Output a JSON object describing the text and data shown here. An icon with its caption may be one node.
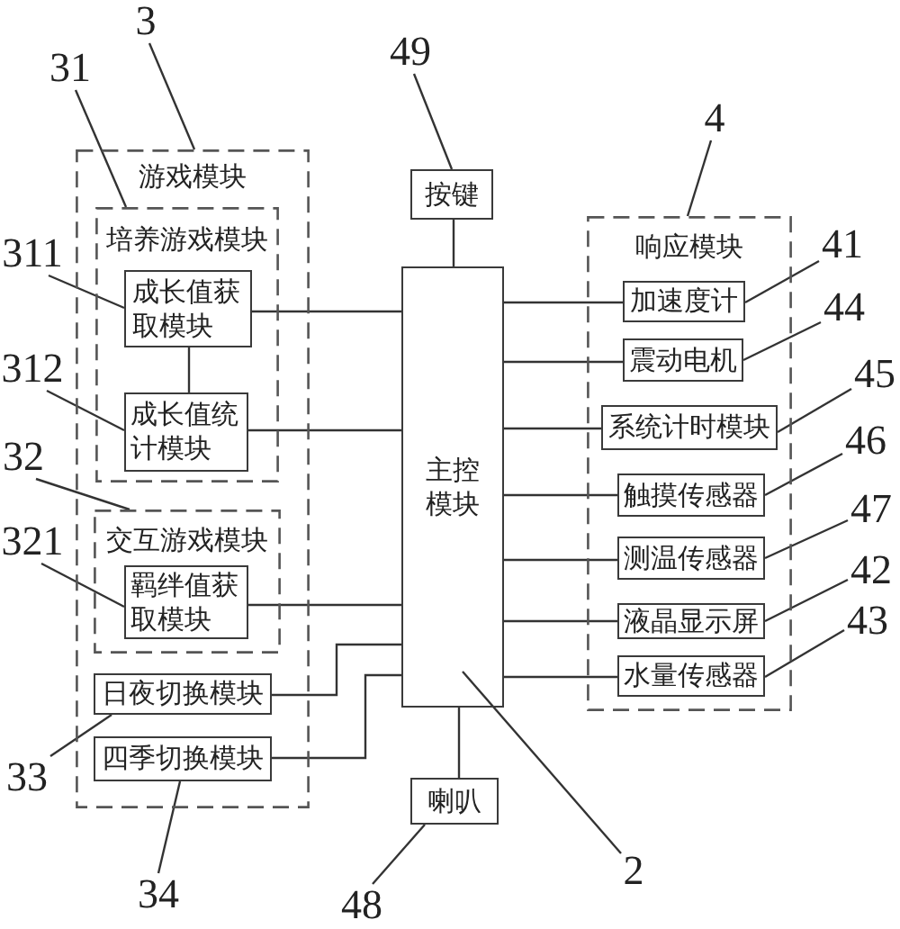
{
  "diagram": {
    "nodes": [
      {
        "text": [
          "游戏模块"
        ]
      },
      {
        "text": [
          "培养游戏模块"
        ],
        "in": 0
      },
      {
        "text": [
          "成长值获取模块"
        ],
        "in": 1
      },
      {
        "text": [
          "成长值统计模块"
        ],
        "in": 1
      },
      {
        "text": [
          "交互游戏模块"
        ],
        "in": 0
      },
      {
        "text": [
          "羁绊值获取模块"
        ],
        "in": 4
      },
      {
        "text": [
          "日夜切换模块"
        ],
        "in": 0
      },
      {
        "text": [
          "四季切换模块"
        ],
        "in": 0
      },
      {
        "text": [
          "按键"
        ]
      },
      {
        "text": [
          "主控模块"
        ]
      },
      {
        "text": [
          "喇叭"
        ]
      },
      {
        "text": [
          "响应模块"
        ]
      },
      {
        "text": [
          "加速度计"
        ],
        "in": 11
      },
      {
        "text": [
          "震动电机"
        ],
        "in": 11
      },
      {
        "text": [
          "系统计时模块"
        ],
        "in": 11
      },
      {
        "text": [
          "触摸传感器"
        ],
        "in": 11
      },
      {
        "text": [
          "测温传感器"
        ],
        "in": 11
      },
      {
        "text": [
          "液晶显示屏"
        ],
        "in": 11
      },
      {
        "text": [
          "水量传感器"
        ],
        "in": 11
      },
      {
        "text": [
          "3"
        ]
      },
      {
        "text": [
          "31"
        ]
      },
      {
        "text": [
          "311"
        ]
      },
      {
        "text": [
          "312"
        ]
      },
      {
        "text": [
          "32"
        ]
      },
      {
        "text": [
          "321"
        ]
      },
      {
        "text": [
          "33"
        ]
      },
      {
        "text": [
          "34"
        ]
      },
      {
        "text": [
          "49"
        ]
      },
      {
        "text": [
          "48"
        ]
      },
      {
        "text": [
          "2"
        ]
      },
      {
        "text": [
          "4"
        ]
      },
      {
        "text": [
          "41"
        ]
      },
      {
        "text": [
          "44"
        ]
      },
      {
        "text": [
          "45"
        ]
      },
      {
        "text": [
          "46"
        ]
      },
      {
        "text": [
          "47"
        ]
      },
      {
        "text": [
          "42"
        ]
      },
      {
        "text": [
          "43"
        ]
      }
    ],
    "edges": [
      {
        "from": 2,
        "to": 3,
        "arrow": "none"
      },
      {
        "from": 2,
        "to": 9,
        "arrow": "none"
      },
      {
        "from": 3,
        "to": 9,
        "arrow": "none"
      },
      {
        "from": 5,
        "to": 9,
        "arrow": "none"
      },
      {
        "from": 6,
        "to": 9,
        "arrow": "none"
      },
      {
        "from": 7,
        "to": 9,
        "arrow": "none"
      },
      {
        "from": 8,
        "to": 9,
        "arrow": "none"
      },
      {
        "from": 9,
        "to": 10,
        "arrow": "none"
      },
      {
        "from": 9,
        "to": 12,
        "arrow": "none"
      },
      {
        "from": 9,
        "to": 13,
        "arrow": "none"
      },
      {
        "from": 9,
        "to": 14,
        "arrow": "none"
      },
      {
        "from": 9,
        "to": 15,
        "arrow": "none"
      },
      {
        "from": 9,
        "to": 16,
        "arrow": "none"
      },
      {
        "from": 9,
        "to": 17,
        "arrow": "none"
      },
      {
        "from": 9,
        "to": 18,
        "arrow": "none"
      },
      {
        "from": 19,
        "to": 0,
        "arrow": "none"
      },
      {
        "from": 20,
        "to": 1,
        "arrow": "none"
      },
      {
        "from": 21,
        "to": 2,
        "arrow": "none"
      },
      {
        "from": 22,
        "to": 3,
        "arrow": "none"
      },
      {
        "from": 23,
        "to": 4,
        "arrow": "none"
      },
      {
        "from": 24,
        "to": 5,
        "arrow": "none"
      },
      {
        "from": 25,
        "to": 6,
        "arrow": "none"
      },
      {
        "from": 26,
        "to": 7,
        "arrow": "none"
      },
      {
        "from": 27,
        "to": 8,
        "arrow": "none"
      },
      {
        "from": 28,
        "to": 10,
        "arrow": "none"
      },
      {
        "from": 29,
        "to": 9,
        "arrow": "none"
      },
      {
        "from": 30,
        "to": 11,
        "arrow": "none"
      },
      {
        "from": 31,
        "to": 12,
        "arrow": "none"
      },
      {
        "from": 32,
        "to": 13,
        "arrow": "none"
      },
      {
        "from": 33,
        "to": 14,
        "arrow": "none"
      },
      {
        "from": 34,
        "to": 15,
        "arrow": "none"
      },
      {
        "from": 35,
        "to": 16,
        "arrow": "none"
      },
      {
        "from": 36,
        "to": 17,
        "arrow": "none"
      },
      {
        "from": 37,
        "to": 18,
        "arrow": "none"
      }
    ]
  }
}
